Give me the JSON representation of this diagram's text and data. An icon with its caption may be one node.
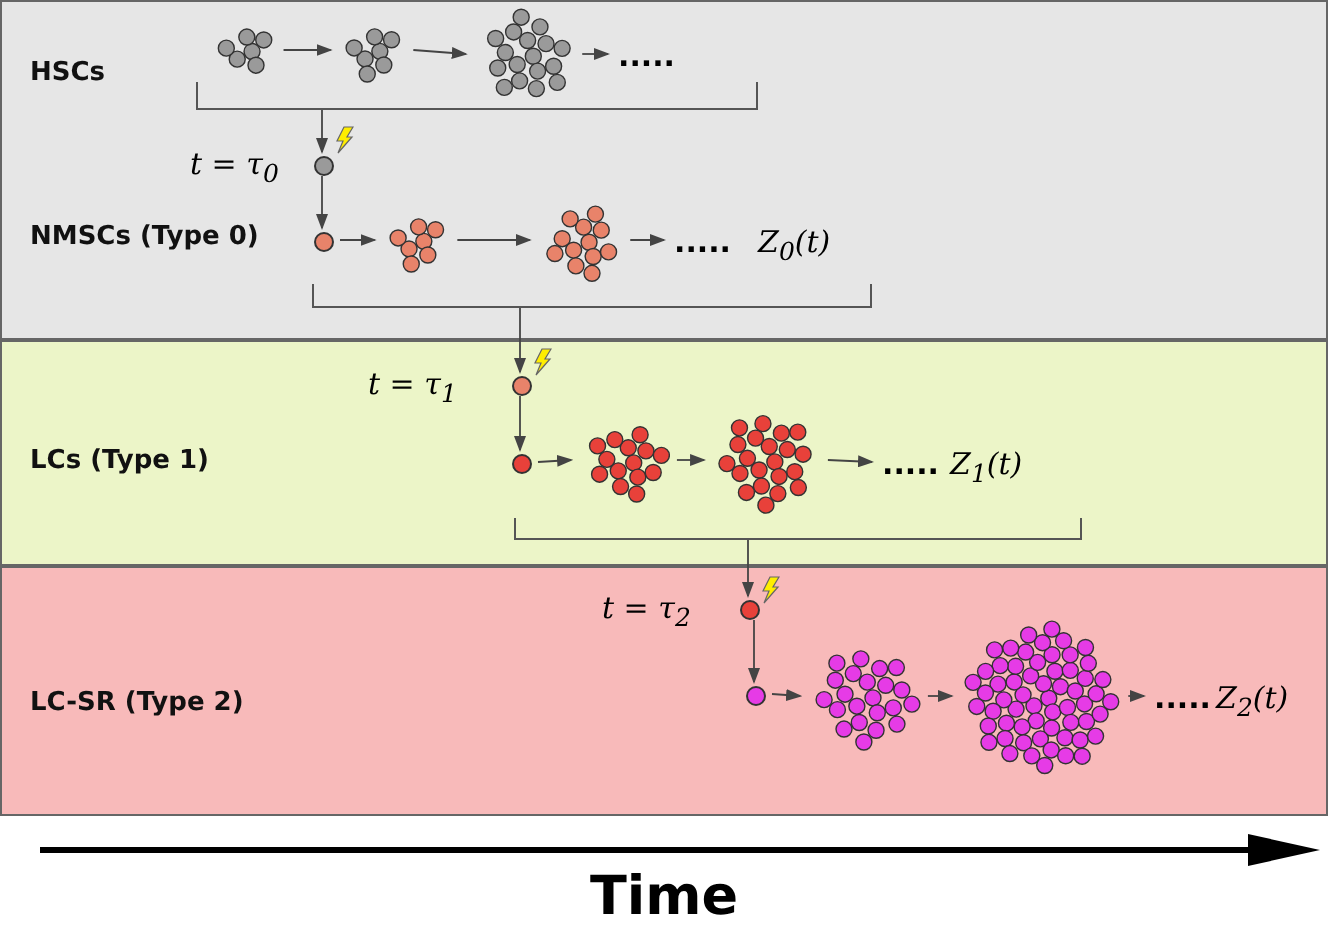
{
  "diagram": {
    "nodes": [
      {
        "text": [
          "HSCs",
          "NMSCs (Type 0)"
        ]
      },
      {
        "text": [],
        "shape": "circle",
        "in": 0
      },
      {
        "text": [],
        "shape": "circle",
        "in": 0
      },
      {
        "text": [],
        "shape": "circle",
        "in": 0
      },
      {
        "text": [
          "....."
        ],
        "in": 0
      },
      {
        "text": [],
        "shape": "bracket",
        "in": 0
      },
      {
        "text": [],
        "shape": "circle",
        "in": 0,
        "beside": [
          "t = τ$_{0}$"
        ]
      },
      {
        "text": [],
        "shape": "circle",
        "in": 0
      },
      {
        "text": [],
        "shape": "circle",
        "in": 0
      },
      {
        "text": [],
        "shape": "circle",
        "in": 0
      },
      {
        "text": [
          "....."
        ],
        "in": 0,
        "beside": [
          "Z$_{0}$(t)"
        ]
      },
      {
        "text": [],
        "shape": "bracket",
        "in": 0
      },
      {
        "text": [
          "LCs (Type 1)"
        ]
      },
      {
        "text": [],
        "shape": "circle",
        "in": 12,
        "beside": [
          "t = τ$_{1}$"
        ]
      },
      {
        "text": [],
        "shape": "circle",
        "in": 12
      },
      {
        "text": [],
        "shape": "circle",
        "in": 12
      },
      {
        "text": [],
        "shape": "circle",
        "in": 12
      },
      {
        "text": [
          "....."
        ],
        "in": 12,
        "beside": [
          "Z$_{1}$(t)"
        ]
      },
      {
        "text": [],
        "shape": "bracket",
        "in": 12
      },
      {
        "text": [
          "LC-SR (Type 2)"
        ]
      },
      {
        "text": [],
        "shape": "circle",
        "in": 19,
        "beside": [
          "t = τ$_{2}$"
        ]
      },
      {
        "text": [],
        "shape": "circle",
        "in": 19
      },
      {
        "text": [],
        "shape": "circle",
        "in": 19
      },
      {
        "text": [],
        "shape": "circle",
        "in": 19
      },
      {
        "text": [
          "....."
        ],
        "in": 19,
        "beside": [
          "Z$_{2}$(t)"
        ]
      }
    ],
    "edges": [
      {
        "from": 1,
        "to": 2,
        "arrow": "to"
      },
      {
        "from": 2,
        "to": 3,
        "arrow": "to"
      },
      {
        "from": 3,
        "to": 4,
        "arrow": "to"
      },
      {
        "from": 5,
        "to": 6,
        "arrow": "to"
      },
      {
        "from": 6,
        "to": 7,
        "arrow": "to"
      },
      {
        "from": 7,
        "to": 8,
        "arrow": "to"
      },
      {
        "from": 8,
        "to": 9,
        "arrow": "to"
      },
      {
        "from": 9,
        "to": 10,
        "arrow": "to"
      },
      {
        "from": 11,
        "to": 13,
        "arrow": "to"
      },
      {
        "from": 13,
        "to": 14,
        "arrow": "to"
      },
      {
        "from": 14,
        "to": 15,
        "arrow": "to"
      },
      {
        "from": 15,
        "to": 16,
        "arrow": "to"
      },
      {
        "from": 16,
        "to": 17,
        "arrow": "to"
      },
      {
        "from": 18,
        "to": 20,
        "arrow": "to"
      },
      {
        "from": 20,
        "to": 21,
        "arrow": "to"
      },
      {
        "from": 21,
        "to": 22,
        "arrow": "to"
      },
      {
        "from": 22,
        "to": 23,
        "arrow": "to"
      },
      {
        "from": 23,
        "to": 24,
        "arrow": "to"
      }
    ],
    "labels": [
      "Time"
    ]
  }
}
